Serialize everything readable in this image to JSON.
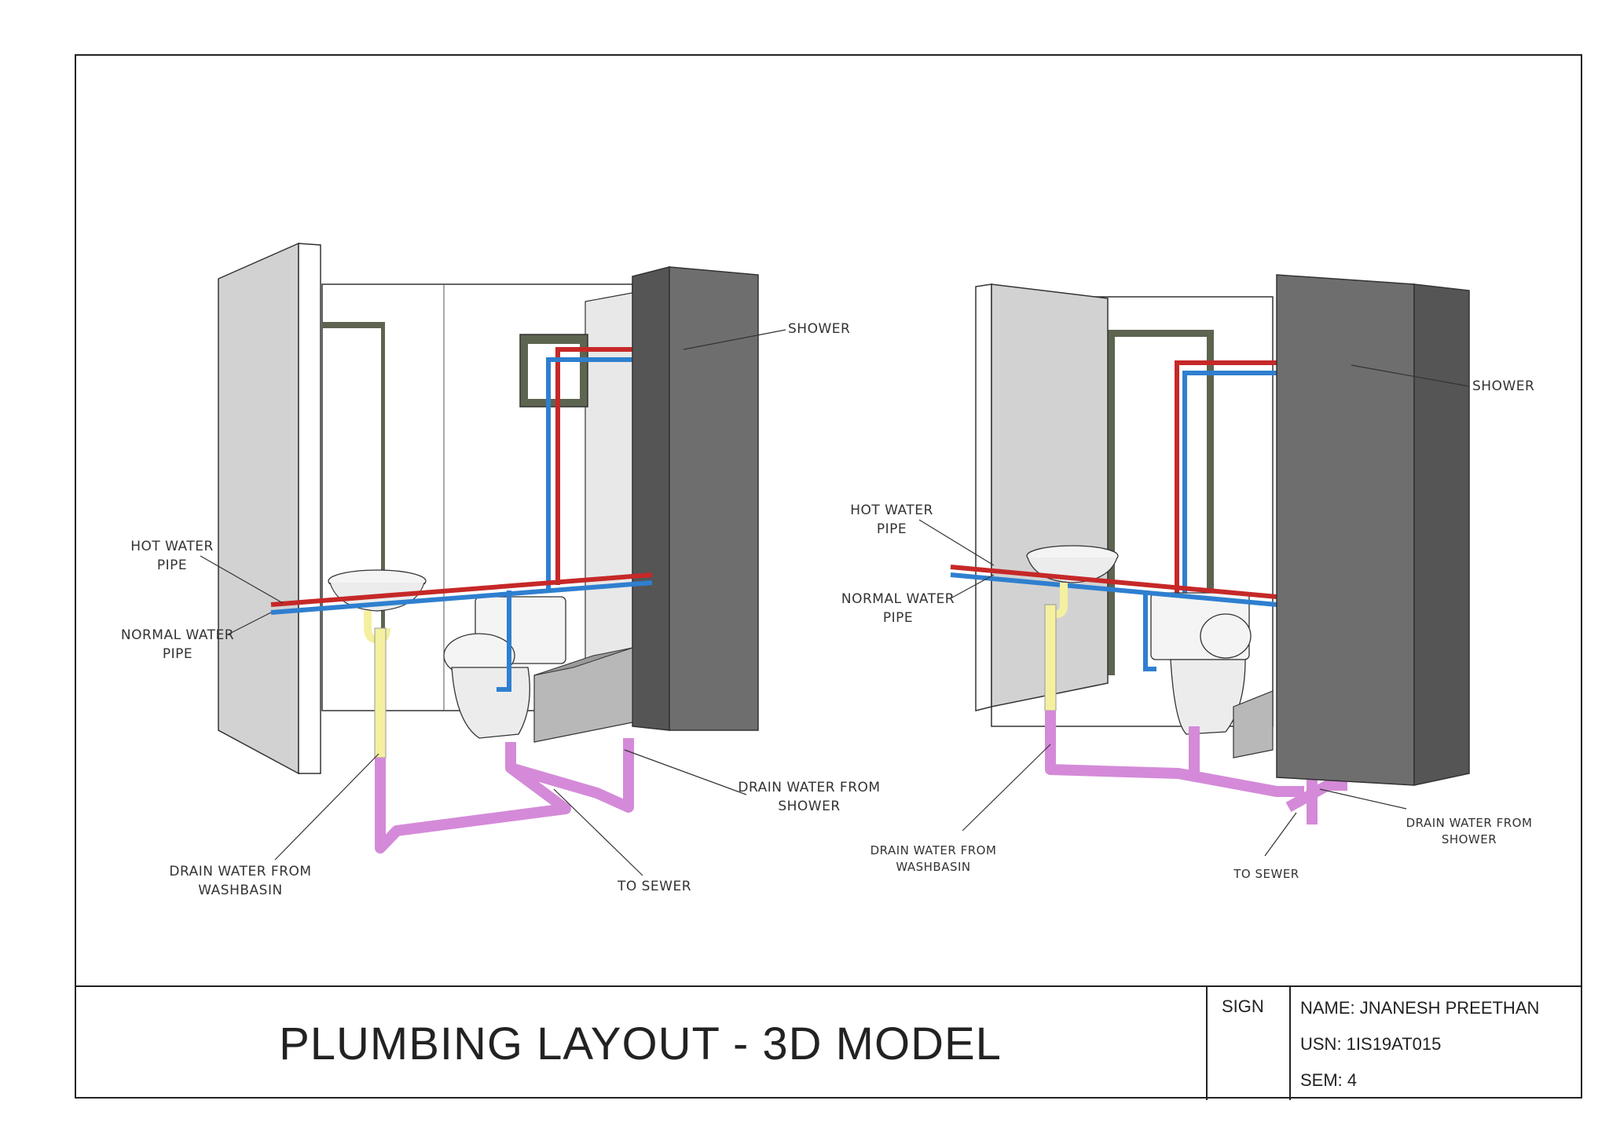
{
  "title": "PLUMBING LAYOUT -  3D MODEL",
  "sign_label": "SIGN",
  "info": {
    "name": "NAME: JNANESH PREETHAN",
    "usn": "USN: 1IS19AT015",
    "sem": "SEM: 4"
  },
  "left_view": {
    "shower": "SHOWER",
    "hot_water_1": "HOT WATER",
    "hot_water_2": "PIPE",
    "normal_water_1": "NORMAL WATER",
    "normal_water_2": "PIPE",
    "drain_shower_1": "DRAIN WATER FROM",
    "drain_shower_2": "SHOWER",
    "drain_basin_1": "DRAIN WATER FROM",
    "drain_basin_2": "WASHBASIN",
    "to_sewer": "TO SEWER"
  },
  "right_view": {
    "shower": "SHOWER",
    "hot_water_1": "HOT WATER",
    "hot_water_2": "PIPE",
    "normal_water_1": "NORMAL WATER",
    "normal_water_2": "PIPE",
    "drain_shower_1": "DRAIN WATER FROM",
    "drain_shower_2": "SHOWER",
    "drain_basin_1": "DRAIN WATER FROM",
    "drain_basin_2": "WASHBASIN",
    "to_sewer": "TO SEWER"
  },
  "colors": {
    "hot_water": "#c62828",
    "normal_water": "#2f7fd0",
    "drain": "#d48ad8",
    "trap": "#f4f0a0",
    "wall_light": "#d2d2d2",
    "wall_dark": "#6e6e6e",
    "door_frame": "#5d6450"
  }
}
